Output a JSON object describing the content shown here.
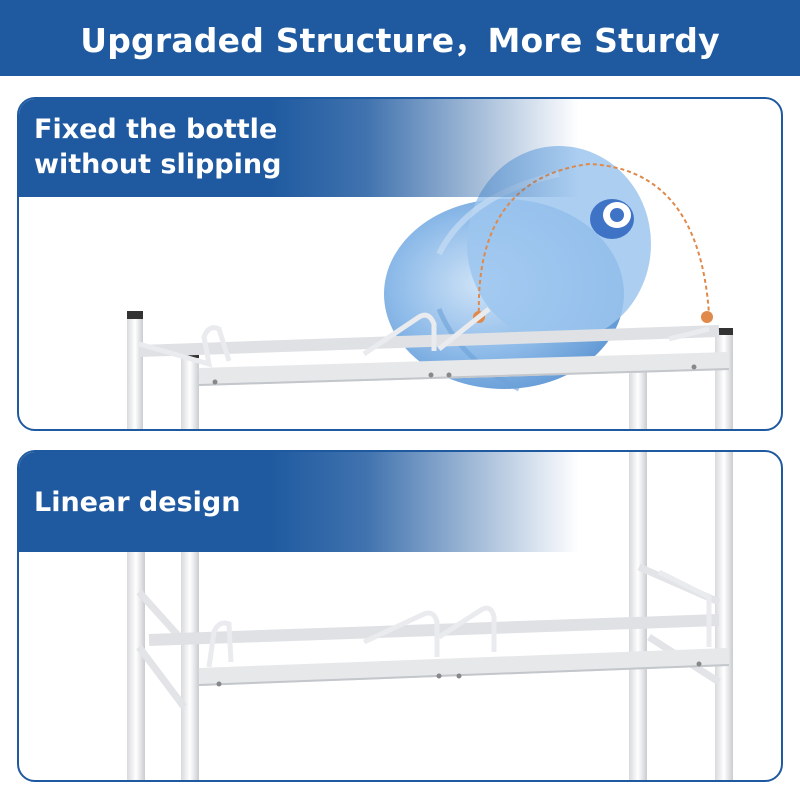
{
  "header": {
    "title": "Upgraded Structure，More Sturdy"
  },
  "panels": {
    "top": {
      "caption": "Fixed the bottle without slipping"
    },
    "bottom": {
      "caption": "Linear design"
    }
  },
  "colors": {
    "brand_blue": "#1f5aa0",
    "bottle_blue": "#7fb2e6",
    "accent_orange": "#e0894a",
    "rack_metal": "#f2f3f5"
  },
  "icons": [
    "water-bottle",
    "rack-frame",
    "bottle-cap"
  ]
}
